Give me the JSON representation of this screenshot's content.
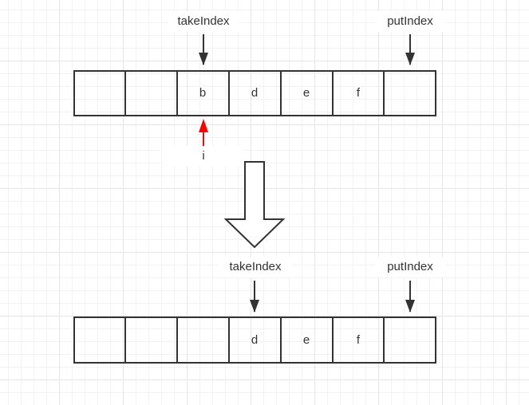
{
  "top_array": {
    "cells": [
      "",
      "",
      "b",
      "d",
      "e",
      "f",
      ""
    ],
    "take_index_label": "takeIndex",
    "put_index_label": "putIndex",
    "iterator_label": "i"
  },
  "bottom_array": {
    "cells": [
      "",
      "",
      "",
      "d",
      "e",
      "f",
      ""
    ],
    "take_index_label": "takeIndex",
    "put_index_label": "putIndex"
  },
  "colors": {
    "stroke": "#333333",
    "iterator_arrow": "#ff0000",
    "grid_major": "#e6e6e6",
    "grid_minor": "#f3f3f3"
  },
  "icons": {
    "transition_arrow": "hollow-down-arrow-icon"
  }
}
